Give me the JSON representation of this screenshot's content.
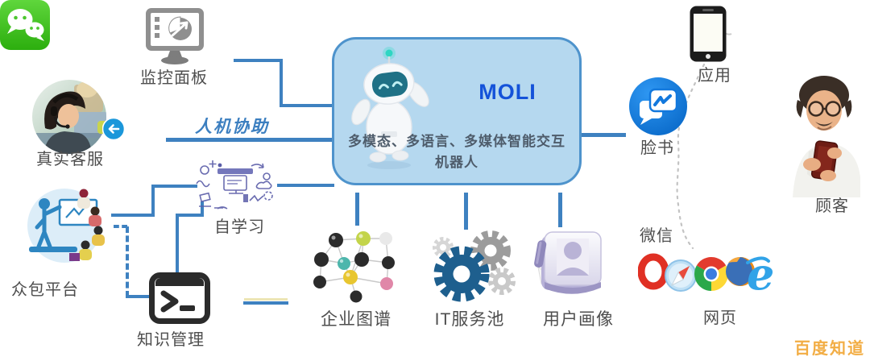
{
  "center": {
    "title": "MOLI",
    "desc1": "多模态、多语言、多媒体智能交互",
    "desc2": "机器人"
  },
  "nodes": {
    "monitor": {
      "label": "监控面板"
    },
    "agent": {
      "label": "真实客服"
    },
    "assist": {
      "label": "人机协助"
    },
    "crowd": {
      "label": "众包平台"
    },
    "selflearn": {
      "label": "自学习"
    },
    "knowledge": {
      "label": "知识管理"
    },
    "graph": {
      "label": "企业图谱"
    },
    "itpool": {
      "label": "IT服务池"
    },
    "persona": {
      "label": "用户画像"
    },
    "app": {
      "label": "应用"
    },
    "facebook": {
      "label": "脸书"
    },
    "wechat": {
      "label": "微信"
    },
    "web": {
      "label": "网页"
    },
    "customer": {
      "label": "顾客"
    }
  },
  "watermark": {
    "text": "百度知道",
    "color": "#f2a93b"
  },
  "colors": {
    "connector_blue": "#3e81c0",
    "box_fill": "#b5d8ef",
    "box_border": "#4e93cc",
    "moli_title_blue": "#1452d9",
    "label_gray": "#4e4e4e",
    "messenger_blue": "#0e6fce",
    "wechat_green": "#2cae0e",
    "gear_blue": "#1e5f8e",
    "terminal_black": "#2b2b2b"
  }
}
